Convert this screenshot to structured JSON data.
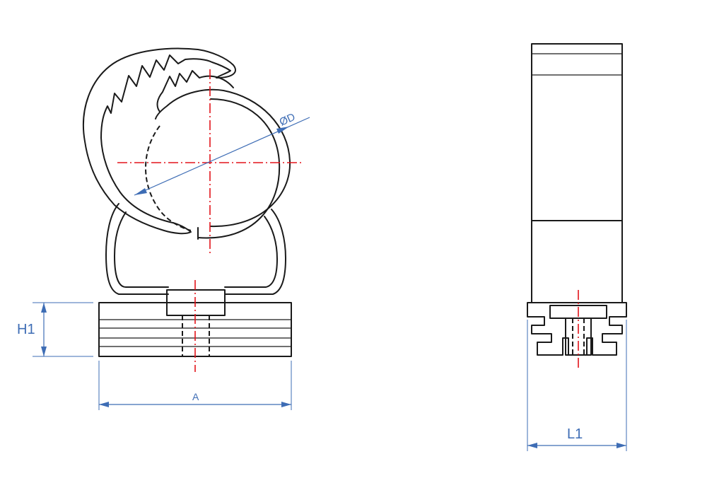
{
  "colors": {
    "outline": "#1a1a1a",
    "centerline": "#e3141b",
    "dimension": "#3e6db5"
  },
  "dimensions": {
    "diameter": "ØD",
    "height": "H1",
    "width": "A",
    "length": "L1"
  }
}
